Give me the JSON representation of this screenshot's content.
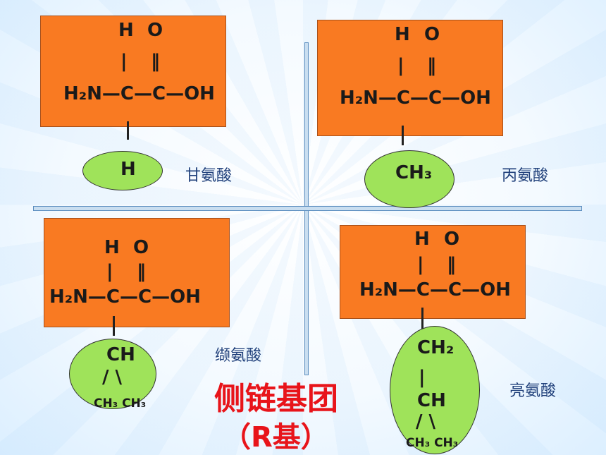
{
  "atoms": {
    "h": "H",
    "o": "O",
    "single": "|",
    "double": "‖",
    "backbone": "H₂N—C—C—OH"
  },
  "side": {
    "gly": "H",
    "ala": "CH₃",
    "val_ch": "CH",
    "val_fork": "/ \\",
    "val_ends": "CH₃ CH₃",
    "leu_ch2": "CH₂",
    "leu_ch": "CH",
    "leu_fork": "/ \\",
    "leu_ends": "CH₃ CH₃"
  },
  "names": {
    "gly": "甘氨酸",
    "ala": "丙氨酸",
    "val": "缬氨酸",
    "leu": "亮氨酸"
  },
  "caption": {
    "line1": "侧链基团",
    "line2": "（R基）"
  },
  "colors": {
    "box": "#f97a22",
    "ellipse": "#9fe35a",
    "name": "#1f3f7a",
    "caption": "#e8141a"
  }
}
